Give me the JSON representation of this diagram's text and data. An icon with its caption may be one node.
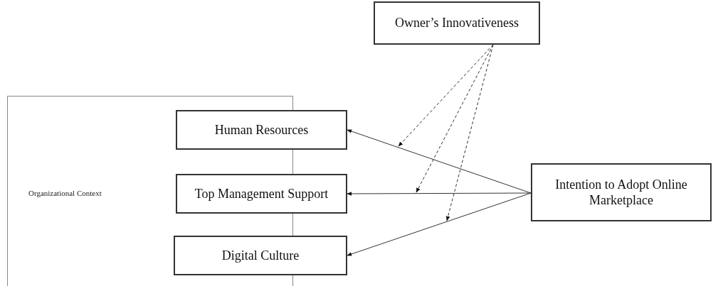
{
  "diagram": {
    "nodes": [
      {
        "text": [
          "Owner’s Innovativeness"
        ]
      },
      {
        "text": [
          "Organizational Context"
        ]
      },
      {
        "text": [
          "Human Resources"
        ]
      },
      {
        "text": [
          "Top Management Support"
        ]
      },
      {
        "text": [
          "Digital Culture"
        ]
      },
      {
        "text": [
          "Intention to Adopt Online Marketplace"
        ]
      }
    ],
    "edges": [
      {
        "from": 5,
        "to": 2,
        "arrow": "to"
      },
      {
        "from": 5,
        "to": 3,
        "arrow": "to"
      },
      {
        "from": 5,
        "to": 4,
        "arrow": "to"
      },
      {
        "from": 0,
        "to": null,
        "arrow": "to",
        "style": "dashed"
      },
      {
        "from": 0,
        "to": null,
        "arrow": "to",
        "style": "dashed"
      },
      {
        "from": 0,
        "to": null,
        "arrow": "to",
        "style": "dashed"
      }
    ]
  }
}
